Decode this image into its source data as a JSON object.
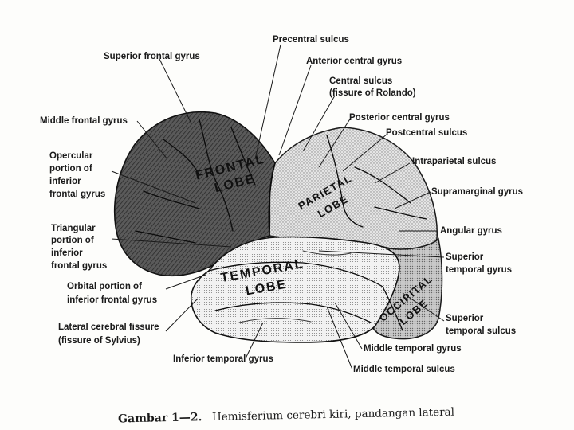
{
  "labels": {
    "precentral_sulcus": "Precentral sulcus",
    "superior_frontal_gyrus": "Superior frontal gyrus",
    "anterior_central_gyrus": "Anterior central gyrus",
    "central_sulcus_1": "Central sulcus",
    "central_sulcus_2": "(fissure of Rolando)",
    "middle_frontal_gyrus": "Middle frontal gyrus",
    "posterior_central_gyrus": "Posterior central gyrus",
    "postcentral_sulcus": "Postcentral sulcus",
    "opercular_1": "Opercular",
    "opercular_2": "portion of",
    "opercular_3": "inferior",
    "opercular_4": "frontal gyrus",
    "intraparietal_sulcus": "Intraparietal sulcus",
    "supramarginal_gyrus": "Supramarginal gyrus",
    "triangular_1": "Triangular",
    "triangular_2": "portion of",
    "triangular_3": "inferior",
    "triangular_4": "frontal gyrus",
    "angular_gyrus": "Angular gyrus",
    "superior_temporal_gyrus_1": "Superior",
    "superior_temporal_gyrus_2": "temporal gyrus",
    "orbital_1": "Orbital portion of",
    "orbital_2": "inferior frontal gyrus",
    "superior_temporal_sulcus_1": "Superior",
    "superior_temporal_sulcus_2": "temporal sulcus",
    "lateral_fissure_1": "Lateral cerebral fissure",
    "lateral_fissure_2": "(fissure of Sylvius)",
    "middle_temporal_gyrus": "Middle temporal gyrus",
    "inferior_temporal_gyrus": "Inferior temporal gyrus",
    "middle_temporal_sulcus": "Middle temporal sulcus"
  },
  "lobes": {
    "frontal_1": "FRONTAL",
    "frontal_2": "LOBE",
    "parietal_1": "PARIETAL",
    "parietal_2": "LOBE",
    "temporal_1": "TEMPORAL",
    "temporal_2": "LOBE",
    "occipital_1": "OCCIPITAL",
    "occipital_2": "LOBE"
  },
  "caption": {
    "prefix": "Gambar 1—2.",
    "text": "Hemisferium cerebri kiri, pandangan lateral"
  },
  "colors": {
    "frontal_fill": "#4a4a4a",
    "parietal_fill": "#d9d9d9",
    "temporal_fill": "#eeeeee",
    "occipital_fill": "#bdbdbd",
    "ink": "#1a1a1a"
  }
}
